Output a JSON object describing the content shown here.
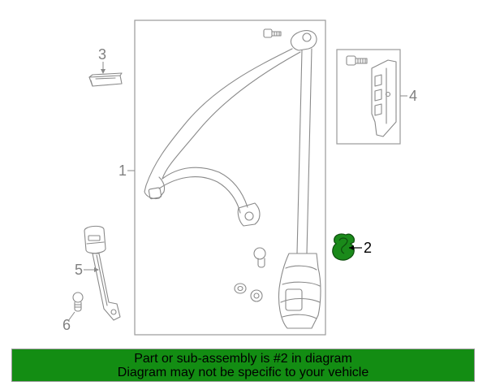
{
  "colors": {
    "highlight_part": "#1a8a1a",
    "banner_bg": "#138d13",
    "line": "#8a8a8a",
    "text_active": "#000000",
    "text_muted": "#808080"
  },
  "callouts": {
    "seat_belt_assembly": "1",
    "highlighted_part": "2",
    "cover": "3",
    "height_adjuster": "4",
    "buckle": "5",
    "buckle_bolt": "6"
  },
  "banner": {
    "line1": "Part or sub-assembly is #2 in diagram",
    "line2": "Diagram may not be specific to your vehicle"
  }
}
